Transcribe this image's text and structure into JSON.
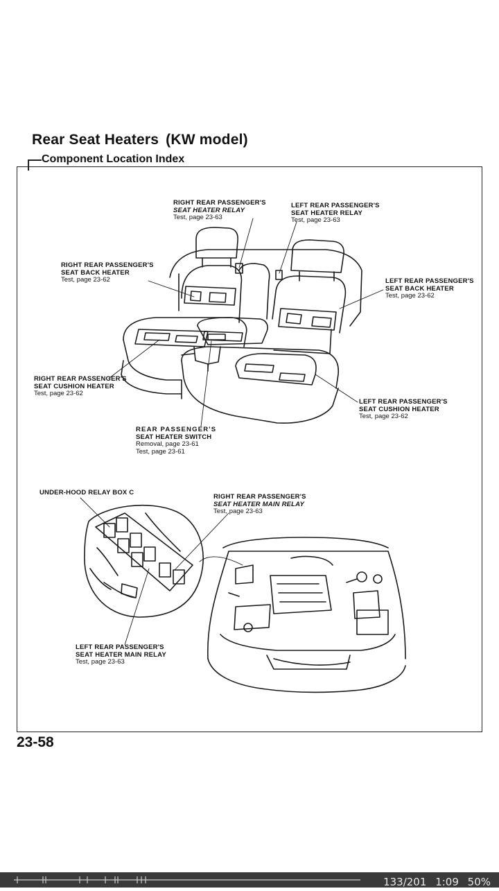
{
  "page": {
    "title": "Rear Seat Heaters",
    "model": "(KW model)",
    "section": "Component Location Index",
    "page_number": "23-58"
  },
  "callouts": {
    "rr_relay": {
      "line1": "RIGHT REAR PASSENGER'S",
      "line2": "SEAT HEATER RELAY",
      "line3": "Test, page 23-63"
    },
    "lr_relay": {
      "line1": "LEFT  REAR  PASSENGER'S",
      "line2": "SEAT HEATER RELAY",
      "line3": "Test, page 23-63"
    },
    "rr_back": {
      "line1": "RIGHT REAR PASSENGER'S",
      "line2": "SEAT BACK HEATER",
      "line3": "Test, page 23-62"
    },
    "lr_back": {
      "line1": "LEFT  REAR  PASSENGER'S",
      "line2": "SEAT BACK HEATER",
      "line3": "Test, page 23-62"
    },
    "rr_cushion": {
      "line1": "RIGHT REAR PASSENGER'S",
      "line2": "SEAT CUSHION HEATER",
      "line3": "Test, page 23-62"
    },
    "lr_cushion": {
      "line1": "LEFT  REAR  PASSENGER'S",
      "line2": "SEAT CUSHION HEATER",
      "line3": "Test, page 23-62"
    },
    "switch": {
      "line1": "REAR  PASSENGER'S",
      "line2": "SEAT HEATER SWITCH",
      "line3": "Removal, page 23-61",
      "line4": "Test, page 23-61"
    },
    "relay_box": {
      "line1": "UNDER-HOOD RELAY BOX C"
    },
    "rr_main": {
      "line1": "RIGHT REAR PASSENGER'S",
      "line2": "SEAT HEATER MAIN RELAY",
      "line3": "Test, page 23-63"
    },
    "lr_main": {
      "line1": "LEFT  REAR  PASSENGER'S",
      "line2": "SEAT HEATER MAIN RELAY",
      "line3": "Test, page 23-63"
    }
  },
  "status_bar": {
    "page_count": "133/201",
    "time": "1:09",
    "zoom": "50%"
  }
}
